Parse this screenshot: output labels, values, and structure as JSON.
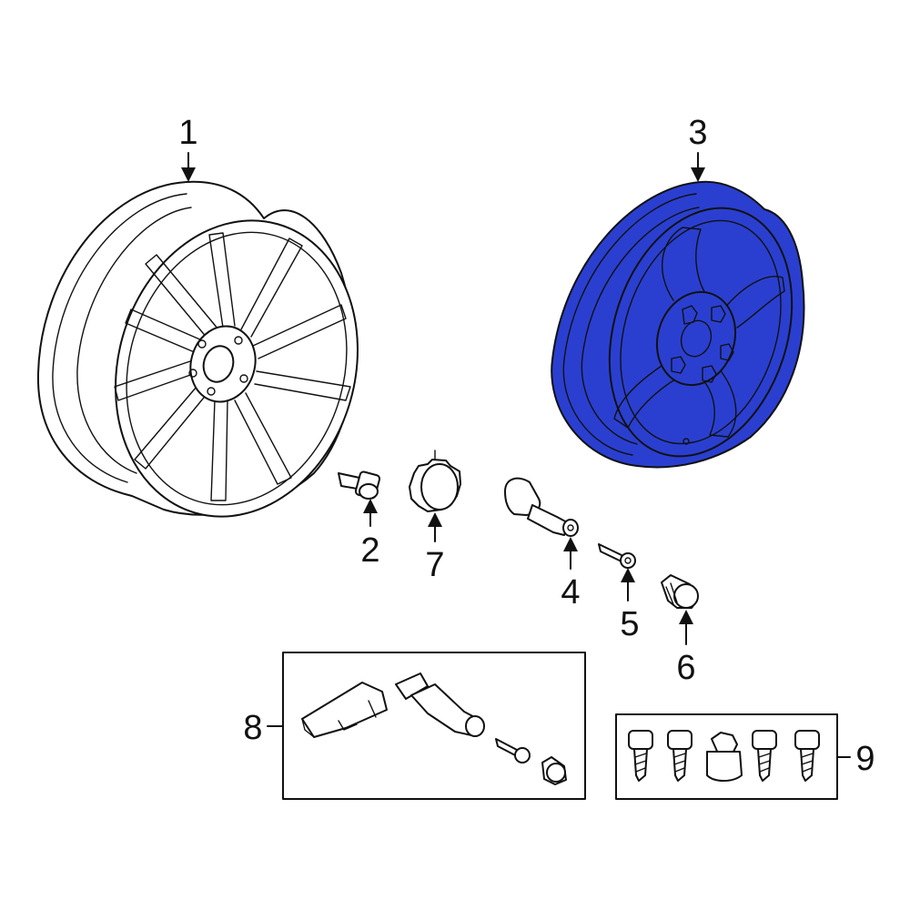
{
  "callouts": {
    "c1": "1",
    "c2": "2",
    "c3": "3",
    "c4": "4",
    "c5": "5",
    "c6": "6",
    "c7": "7",
    "c8": "8",
    "c9": "9"
  },
  "colors": {
    "highlight": "#2a3fd0",
    "line": "#111111",
    "background": "#ffffff"
  }
}
